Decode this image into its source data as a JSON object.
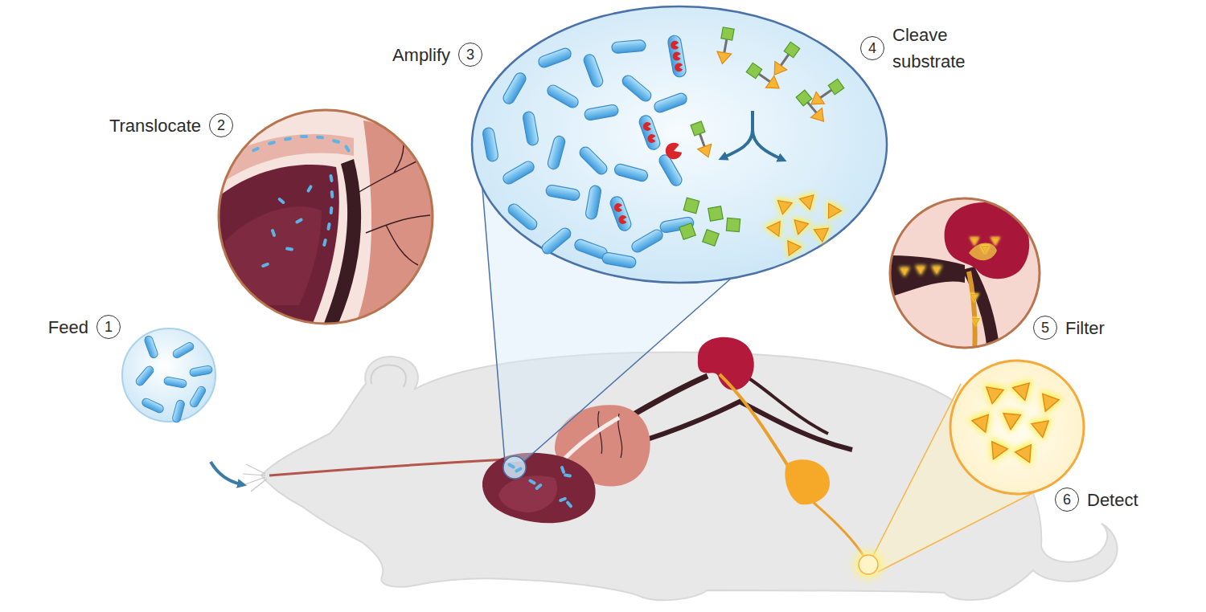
{
  "diagram": {
    "nodes": [
      {
        "text": [
          "Feed",
          "1"
        ]
      },
      {
        "text": [
          "Translocate",
          "2"
        ]
      },
      {
        "text": [
          "Amplify",
          "3"
        ]
      },
      {
        "text": [
          "4",
          "Cleave substrate"
        ]
      },
      {
        "text": [
          "5",
          "Filter"
        ]
      },
      {
        "text": [
          "6",
          "Detect"
        ]
      }
    ]
  }
}
